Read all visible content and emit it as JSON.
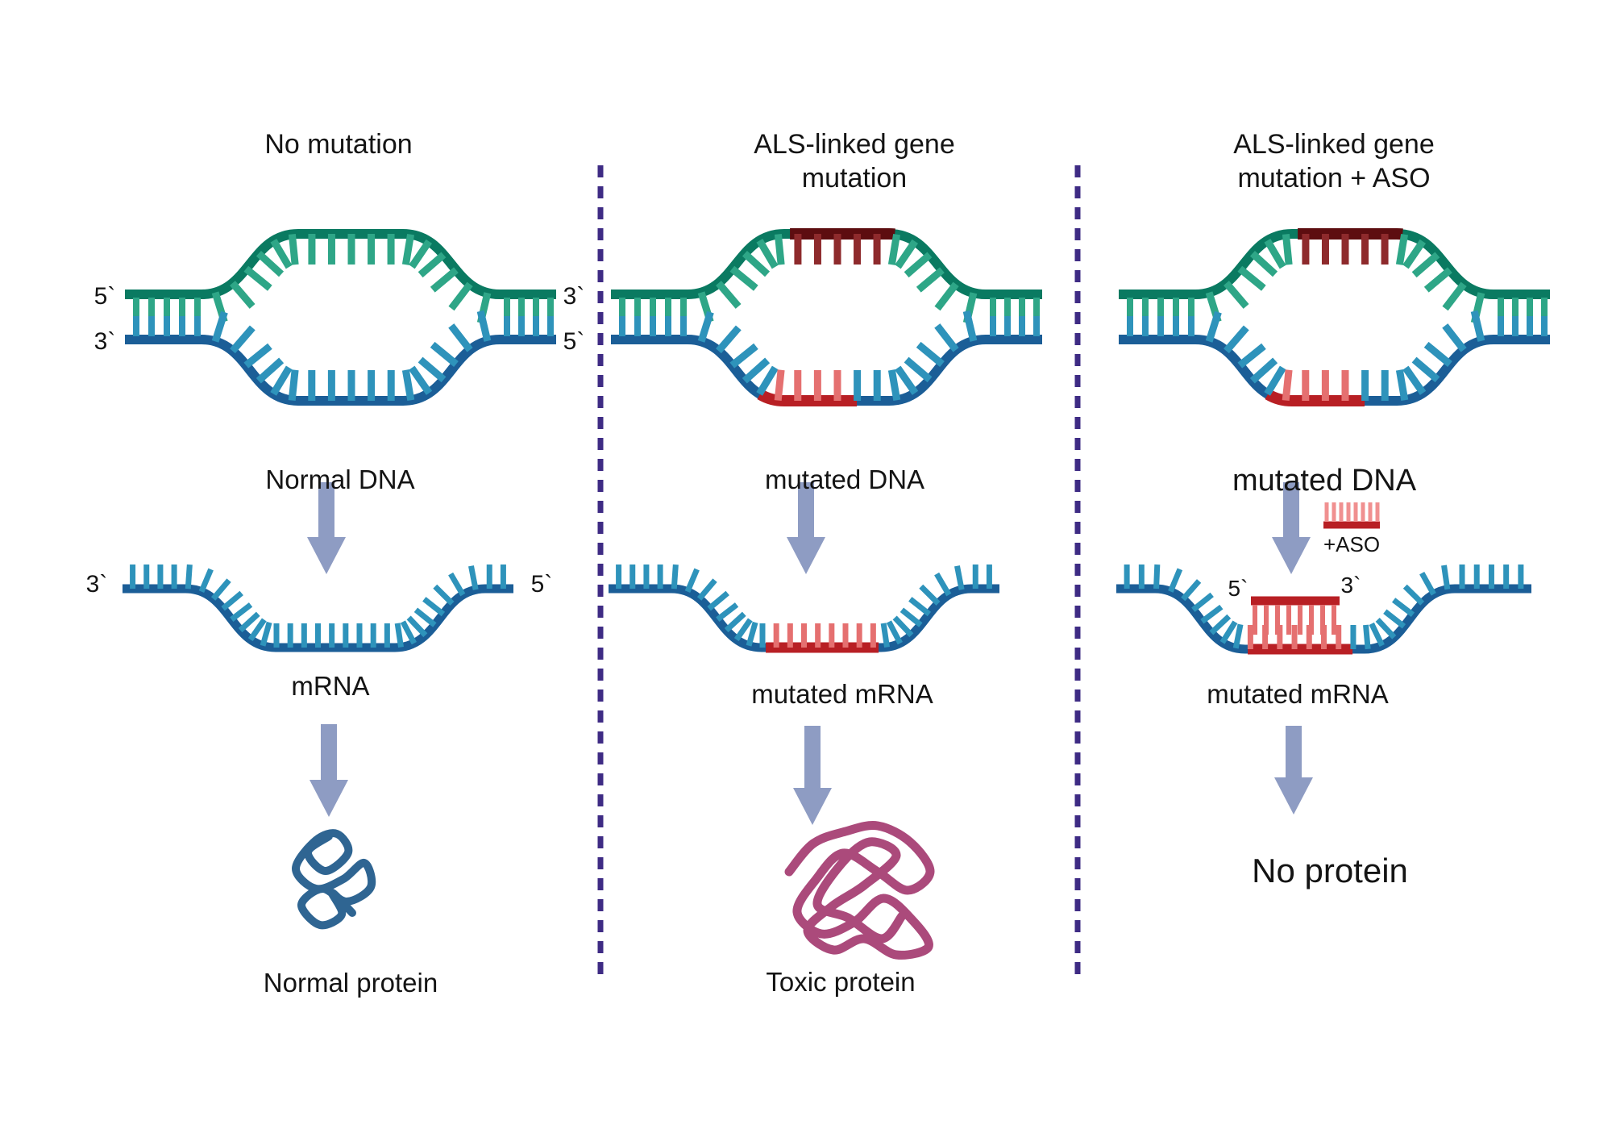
{
  "figure": {
    "columns": [
      {
        "title": "No mutation",
        "dna_label": "Normal DNA",
        "mrna_label": "mRNA",
        "protein_label": "Normal protein",
        "dna_end_labels": {
          "top_left": "5`",
          "bottom_left": "3`",
          "top_right": "3`",
          "bottom_right": "5`"
        },
        "mrna_end_labels": {
          "left": "3`",
          "right": "5`"
        }
      },
      {
        "title_line1": "ALS-linked gene",
        "title_line2": "mutation",
        "dna_label": "mutated DNA",
        "mrna_label": "mutated mRNA",
        "protein_label": "Toxic protein"
      },
      {
        "title_line1": "ALS-linked gene",
        "title_line2": "mutation + ASO",
        "dna_label": "mutated DNA",
        "aso_label": "+ASO",
        "aso_end_labels": {
          "left": "5`",
          "right": "3`"
        },
        "mrna_label": "mutated mRNA",
        "protein_label": "No protein"
      }
    ],
    "colors": {
      "dna_top_strand": "#0a7a61",
      "dna_top_tick": "#2ea687",
      "dna_bottom_strand": "#1b5e97",
      "dna_bottom_tick": "#2e93bb",
      "mutation_dark_segment": "#5d0d10",
      "mutation_dark_tick": "#8e2a2c",
      "mutation_red_segment": "#b81f24",
      "mutation_light_tick": "#e57070",
      "aso_light_tick": "#f09090",
      "arrow": "#8e9cc3",
      "divider": "#3e2b84",
      "normal_protein": "#2f6592",
      "toxic_protein": "#ab4a7b",
      "text": "#141414"
    }
  }
}
